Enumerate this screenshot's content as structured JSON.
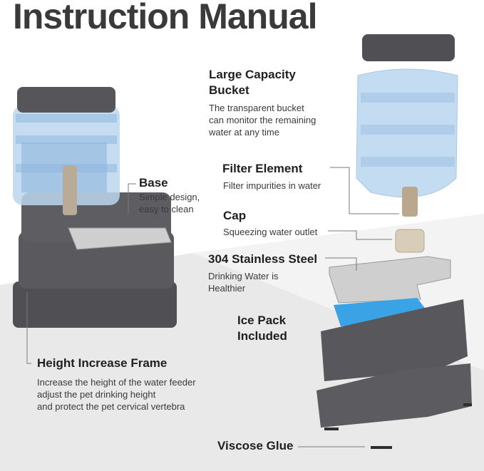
{
  "title": "Instruction Manual",
  "callouts": {
    "bucket": {
      "label_line1": "Large Capacity",
      "label_line2": "Bucket",
      "desc_line1": "The transparent bucket",
      "desc_line2": "can monitor the remaining",
      "desc_line3": "water at any time"
    },
    "filter": {
      "label": "Filter Element",
      "desc": "Filter impurities in water"
    },
    "cap": {
      "label": "Cap",
      "desc": "Squeezing water outlet"
    },
    "steel": {
      "label": "304 Stainless Steel",
      "desc_line1": "Drinking Water is",
      "desc_line2": "Healthier"
    },
    "ice": {
      "label_line1": "Ice Pack",
      "label_line2": "Included"
    },
    "base": {
      "label": "Base",
      "desc_line1": "Simple design,",
      "desc_line2": "easy to clean"
    },
    "frame": {
      "label": "Height Increase Frame",
      "desc_line1": "Increase the height of the water feeder",
      "desc_line2": "adjust the pet drinking height",
      "desc_line3": "and protect the pet cervical vertebra"
    },
    "glue": {
      "label": "Viscose Glue"
    }
  },
  "colors": {
    "accent_dark": "#4a4a4e",
    "water_blue": "#9fc3e8",
    "ice_blue": "#3aa3e6",
    "steel": "#c8c8c8"
  }
}
